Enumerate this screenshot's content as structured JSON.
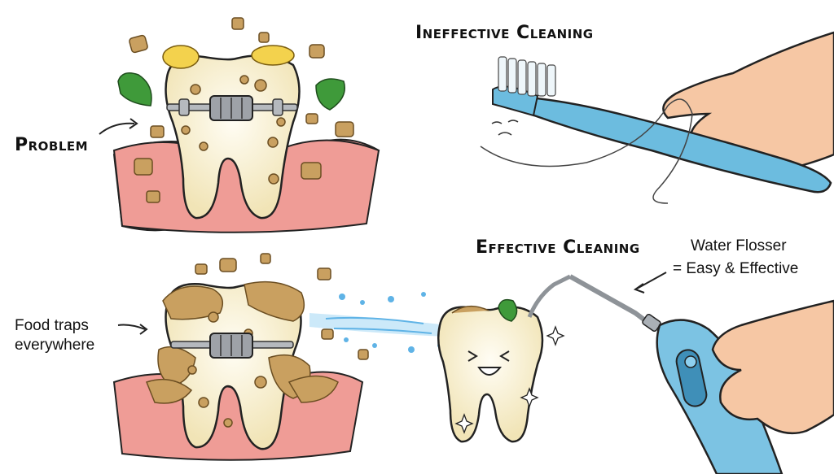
{
  "labels": {
    "problem": "Problem",
    "ineffective": "Ineffective Cleaning",
    "effective": "Effective Cleaning",
    "flosser_line1": "Water Flosser",
    "flosser_line2": "= Easy & Effective",
    "food_line1": "Food traps",
    "food_line2": "everywhere"
  },
  "colors": {
    "gum": "#ef9c96",
    "gum_dark": "#d86f6a",
    "tooth": "#fdfaee",
    "tooth_shade": "#f4e6b8",
    "food": "#c9a060",
    "food_dark": "#8c6a35",
    "corn": "#f3d24d",
    "leaf": "#3f9a3a",
    "brace": "#9a9ea3",
    "water": "#5fb3e6",
    "brush": "#6cbcdf",
    "skin": "#f6c7a4",
    "flosser": "#7cc3e3"
  },
  "icons": {
    "arrow_problem": "arrow-icon",
    "arrow_food": "arrow-icon",
    "arrow_flosser": "arrow-icon",
    "sparkle": "sparkle-icon"
  }
}
